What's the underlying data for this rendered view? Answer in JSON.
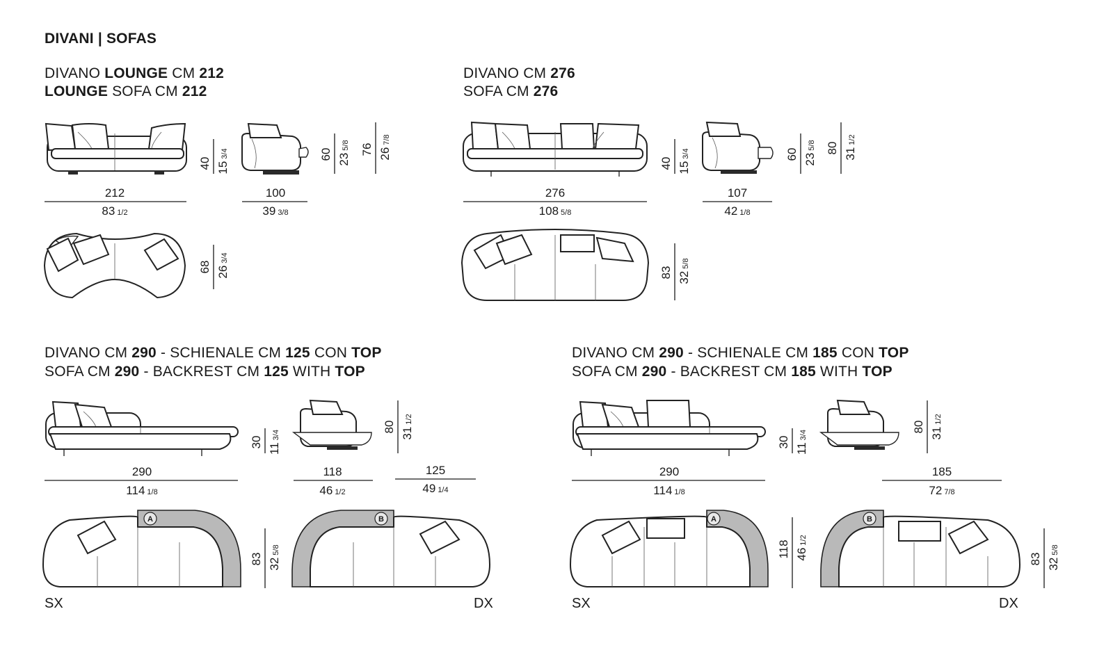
{
  "page_title": "DIVANI | SOFAS",
  "sections": [
    {
      "title_it": [
        {
          "t": "DIVANO ",
          "b": false
        },
        {
          "t": "LOUNGE",
          "b": true
        },
        {
          "t": " CM ",
          "b": false
        },
        {
          "t": "212",
          "b": true
        }
      ],
      "title_en": [
        {
          "t": "LOUNGE",
          "b": true
        },
        {
          "t": " SOFA CM ",
          "b": false
        },
        {
          "t": "212",
          "b": true
        }
      ],
      "dims": {
        "width_cm": "212",
        "width_in": "83",
        "width_in_frac": "1/2",
        "seat_h_cm": "40",
        "seat_h_in": "15",
        "seat_h_in_frac": "3/4",
        "depth_cm": "100",
        "depth_in": "39",
        "depth_in_frac": "3/8",
        "arm_h_cm": "60",
        "arm_h_in": "23",
        "arm_h_in_frac": "5/8",
        "back_h_cm": "76",
        "back_h_in": "26",
        "back_h_in_frac": "7/8",
        "plan_d_cm": "68",
        "plan_d_in": "26",
        "plan_d_in_frac": "3/4"
      }
    },
    {
      "title_it": [
        {
          "t": "DIVANO CM ",
          "b": false
        },
        {
          "t": "276",
          "b": true
        }
      ],
      "title_en": [
        {
          "t": "SOFA CM ",
          "b": false
        },
        {
          "t": "276",
          "b": true
        }
      ],
      "dims": {
        "width_cm": "276",
        "width_in": "108",
        "width_in_frac": "5/8",
        "seat_h_cm": "40",
        "seat_h_in": "15",
        "seat_h_in_frac": "3/4",
        "depth_cm": "107",
        "depth_in": "42",
        "depth_in_frac": "1/8",
        "arm_h_cm": "60",
        "arm_h_in": "23",
        "arm_h_in_frac": "5/8",
        "back_h_cm": "80",
        "back_h_in": "31",
        "back_h_in_frac": "1/2",
        "plan_d_cm": "83",
        "plan_d_in": "32",
        "plan_d_in_frac": "5/8"
      }
    },
    {
      "title_it": [
        {
          "t": "DIVANO CM ",
          "b": false
        },
        {
          "t": "290",
          "b": true
        },
        {
          "t": " - SCHIENALE CM ",
          "b": false
        },
        {
          "t": "125",
          "b": true
        },
        {
          "t": " CON ",
          "b": false
        },
        {
          "t": "TOP",
          "b": true
        }
      ],
      "title_en": [
        {
          "t": "SOFA CM ",
          "b": false
        },
        {
          "t": "290",
          "b": true
        },
        {
          "t": " - BACKREST CM ",
          "b": false
        },
        {
          "t": "125",
          "b": true
        },
        {
          "t": " WITH ",
          "b": false
        },
        {
          "t": "TOP",
          "b": true
        }
      ],
      "dims": {
        "width_cm": "290",
        "width_in": "114",
        "width_in_frac": "1/8",
        "seat_h_cm": "30",
        "seat_h_in": "11",
        "seat_h_in_frac": "3/4",
        "depth_cm": "118",
        "depth_in": "46",
        "depth_in_frac": "1/2",
        "back_h_cm": "80",
        "back_h_in": "31",
        "back_h_in_frac": "1/2",
        "backrest_cm": "125",
        "backrest_in": "49",
        "backrest_in_frac": "1/4",
        "plan_d_cm": "83",
        "plan_d_in": "32",
        "plan_d_in_frac": "5/8"
      },
      "badges": [
        "A",
        "B"
      ],
      "sides": [
        "SX",
        "DX"
      ]
    },
    {
      "title_it": [
        {
          "t": "DIVANO CM ",
          "b": false
        },
        {
          "t": "290",
          "b": true
        },
        {
          "t": " - SCHIENALE CM ",
          "b": false
        },
        {
          "t": "185",
          "b": true
        },
        {
          "t": " CON ",
          "b": false
        },
        {
          "t": "TOP",
          "b": true
        }
      ],
      "title_en": [
        {
          "t": "SOFA CM ",
          "b": false
        },
        {
          "t": "290",
          "b": true
        },
        {
          "t": " - BACKREST CM ",
          "b": false
        },
        {
          "t": "185",
          "b": true
        },
        {
          "t": " WITH ",
          "b": false
        },
        {
          "t": "TOP",
          "b": true
        }
      ],
      "dims": {
        "width_cm": "290",
        "width_in": "114",
        "width_in_frac": "1/8",
        "seat_h_cm": "30",
        "seat_h_in": "11",
        "seat_h_in_frac": "3/4",
        "back_h_cm": "80",
        "back_h_in": "31",
        "back_h_in_frac": "1/2",
        "backrest_cm": "185",
        "backrest_in": "72",
        "backrest_in_frac": "7/8",
        "plan_d_cm": "118",
        "plan_d_in": "46",
        "plan_d_in_frac": "1/2",
        "plan_d2_cm": "83",
        "plan_d2_in": "32",
        "plan_d2_in_frac": "5/8"
      },
      "badges": [
        "A",
        "B"
      ],
      "sides": [
        "SX",
        "DX"
      ]
    }
  ]
}
